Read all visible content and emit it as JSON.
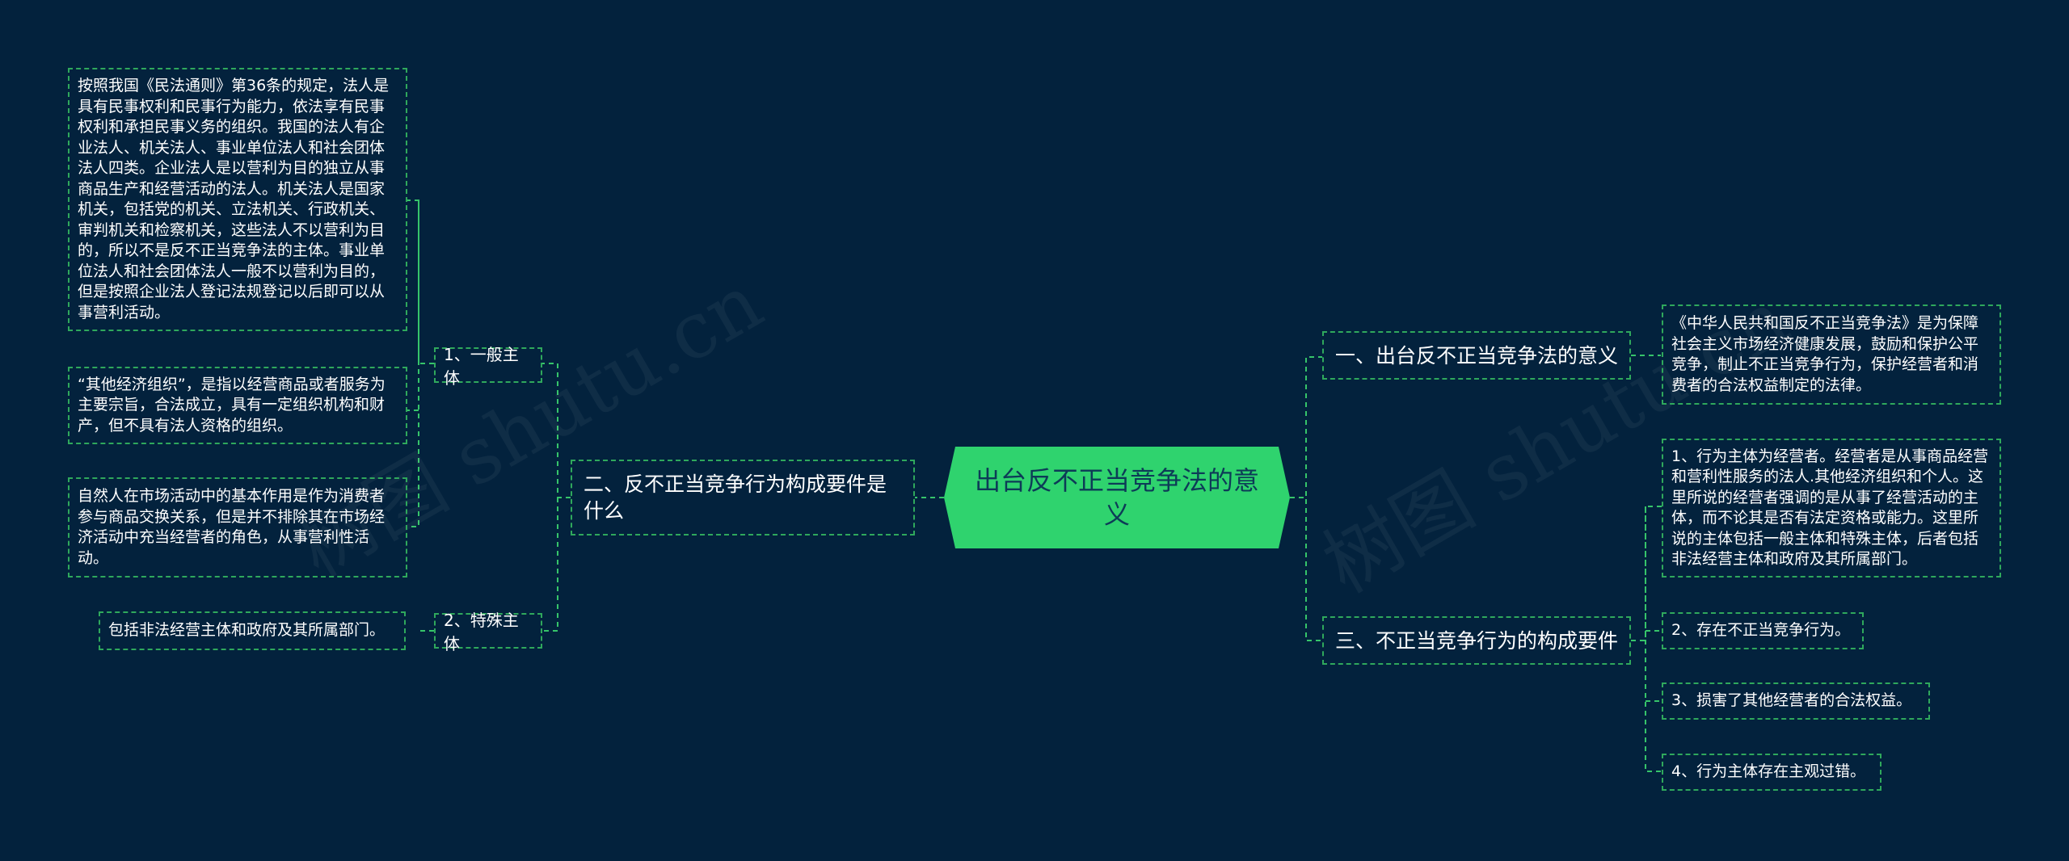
{
  "root": {
    "label": "出台反不正当竞争法的意义"
  },
  "right": {
    "branch1": {
      "label": "一、出台反不正当竞争法的意义",
      "detail": "《中华人民共和国反不正当竞争法》是为保障社会主义市场经济健康发展，鼓励和保护公平竞争，制止不正当竞争行为，保护经营者和消费者的合法权益制定的法律。"
    },
    "branch3": {
      "label": "三、不正当竞争行为的构成要件",
      "items": [
        "1、行为主体为经营者。经营者是从事商品经营和营利性服务的法人.其他经济组织和个人。这里所说的经营者强调的是从事了经营活动的主体，而不论其是否有法定资格或能力。这里所说的主体包括一般主体和特殊主体，后者包括非法经营主体和政府及其所属部门。",
        "2、存在不正当竞争行为。",
        "3、损害了其他经营者的合法权益。",
        "4、行为主体存在主观过错。"
      ]
    }
  },
  "left": {
    "branch2": {
      "label": "二、反不正当竞争行为构成要件是什么",
      "general": {
        "label": "1、一般主体",
        "items": [
          "按照我国《民法通则》第36条的规定，法人是具有民事权利和民事行为能力，依法享有民事权利和承担民事义务的组织。我国的法人有企业法人、机关法人、事业单位法人和社会团体法人四类。企业法人是以营利为目的独立从事商品生产和经营活动的法人。机关法人是国家机关，包括党的机关、立法机关、行政机关、审判机关和检察机关，这些法人不以营利为目的，所以不是反不正当竞争法的主体。事业单位法人和社会团体法人一般不以营利为目的，但是按照企业法人登记法规登记以后即可以从事营利活动。",
          "“其他经济组织”，是指以经营商品或者服务为主要宗旨，合法成立，具有一定组织机构和财产，但不具有法人资格的组织。",
          "自然人在市场活动中的基本作用是作为消费者参与商品交换关系，但是并不排除其在市场经济活动中充当经营者的角色，从事营利性活动。"
        ]
      },
      "special": {
        "label": "2、特殊主体",
        "items": [
          "包括非法经营主体和政府及其所属部门。"
        ]
      }
    }
  },
  "watermarks": [
    "树图 shutu.cn",
    "树图 shutu.cn"
  ],
  "colors": {
    "background": "#03223d",
    "root": "#2fd36e",
    "line": "#36c46a",
    "border": "#2fa85c",
    "text": "#ffffff"
  }
}
